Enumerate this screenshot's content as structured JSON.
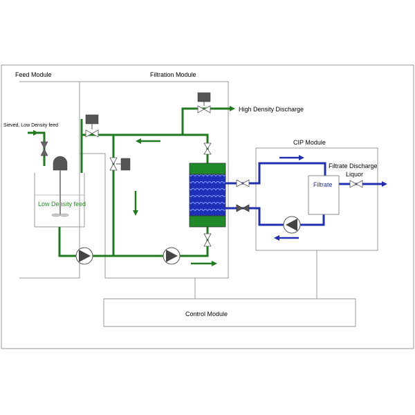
{
  "modules": {
    "feed": "Feed Module",
    "filtration": "Filtration Module",
    "cip": "CIP Module",
    "control": "Control Module"
  },
  "labels": {
    "inlet": "Sieved, Low Density feed",
    "tank": "Low Density feed",
    "high_density": "High  Density Discharge",
    "filtrate_discharge_1": "Filtrate Discharge",
    "filtrate_discharge_2": "Liquor",
    "filtrate_tank": "Filtrate"
  },
  "colors": {
    "process_line": "#1f7a1f",
    "cip_line": "#1f2fb0",
    "tank_text": "#1f8f1f",
    "filtrate_text": "#2030c0",
    "actuator": "#555555",
    "pump_triangle": "#444444"
  }
}
